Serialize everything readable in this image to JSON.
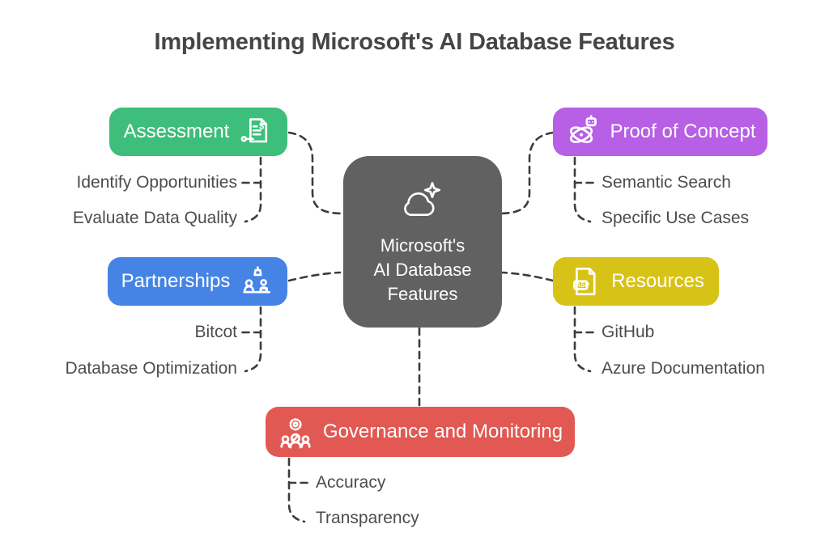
{
  "title": "Implementing Microsoft's AI Database Features",
  "center": {
    "label": "Microsoft's\nAI Database\nFeatures",
    "color": "#616161",
    "icon": "cloud-sparkle-icon"
  },
  "branches": [
    {
      "id": "assessment",
      "label": "Assessment",
      "color": "#3dbe7b",
      "icon": "invoice-audit-icon",
      "children": [
        "Identify Opportunities",
        "Evaluate Data Quality"
      ]
    },
    {
      "id": "proof-of-concept",
      "label": "Proof of Concept",
      "color": "#b75fe5",
      "icon": "atom-robot-icon",
      "children": [
        "Semantic Search",
        "Specific Use Cases"
      ]
    },
    {
      "id": "partnerships",
      "label": "Partnerships",
      "color": "#4584e4",
      "icon": "meeting-people-icon",
      "children": [
        "Bitcot",
        "Database Optimization"
      ]
    },
    {
      "id": "resources",
      "label": "Resources",
      "color": "#d7c317",
      "icon": "asp-file-icon",
      "children": [
        "GitHub",
        "Azure Documentation"
      ]
    },
    {
      "id": "governance",
      "label": "Governance and Monitoring",
      "color": "#e25852",
      "icon": "gear-people-icon",
      "children": [
        "Accuracy",
        "Transparency"
      ]
    }
  ],
  "colors": {
    "background": "#ffffff",
    "connector": "#3c3c3c",
    "title_text": "#454545",
    "sublabel_text": "#4c4c4c"
  }
}
